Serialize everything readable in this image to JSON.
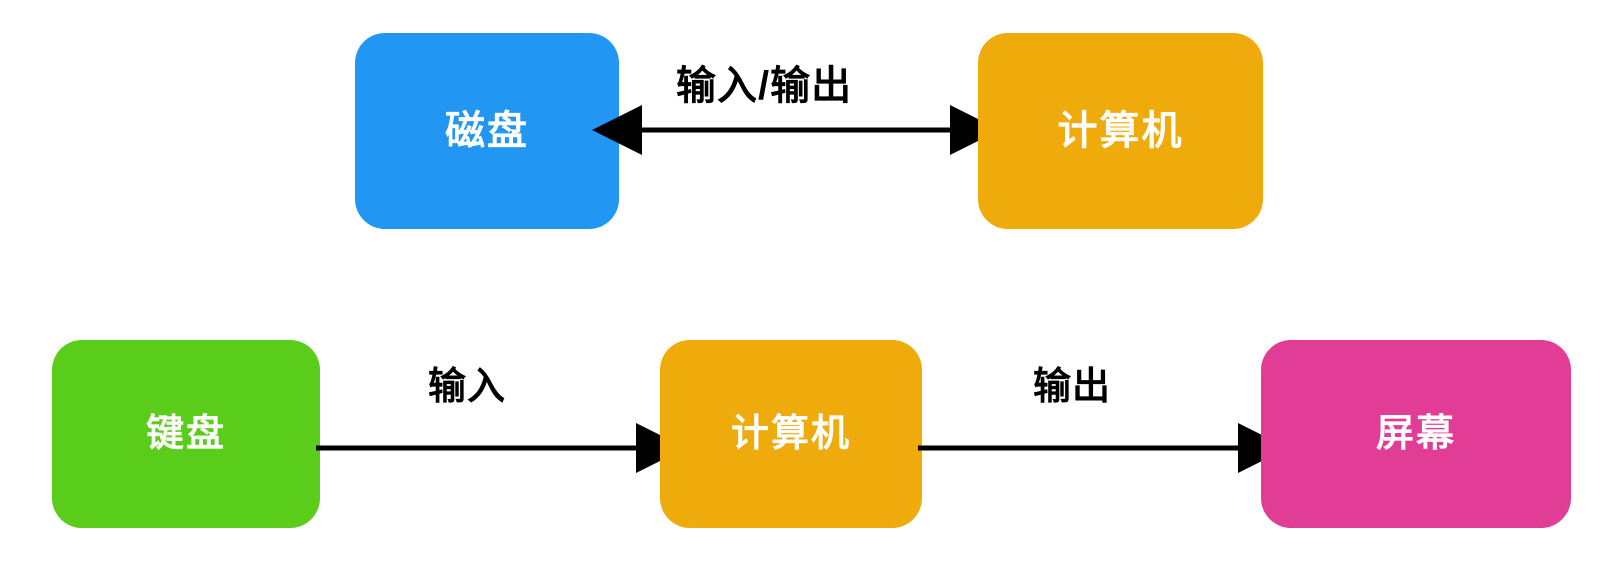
{
  "diagram": {
    "title": "Computer input and output flow diagram",
    "background": "#ffffff",
    "nodes": [
      {
        "id": "disk",
        "label": "磁盘",
        "color": "#2196F3"
      },
      {
        "id": "computer_top",
        "label": "计算机",
        "color": "#EFAA0C"
      },
      {
        "id": "keyboard",
        "label": "键盘",
        "color": "#5ACC1A"
      },
      {
        "id": "computer_bottom",
        "label": "计算机",
        "color": "#EFAA0C"
      },
      {
        "id": "screen",
        "label": "屏幕",
        "color": "#E23D96"
      }
    ],
    "edges": [
      {
        "id": "io",
        "label": "输入/输出",
        "from": "disk",
        "to": "computer_top",
        "direction": "both",
        "color": "#000000"
      },
      {
        "id": "input",
        "label": "输入",
        "from": "keyboard",
        "to": "computer_bottom",
        "direction": "forward",
        "color": "#000000"
      },
      {
        "id": "output",
        "label": "输出",
        "from": "computer_bottom",
        "to": "screen",
        "direction": "forward",
        "color": "#000000"
      }
    ]
  }
}
